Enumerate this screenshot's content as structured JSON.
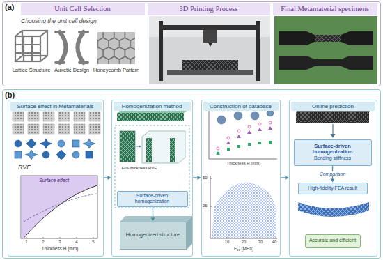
{
  "diagram": {
    "nodes": [
      {
        "text": [
          "(a)"
        ]
      },
      {
        "text": [
          "Unit Cell Selection"
        ],
        "in": 0
      },
      {
        "text": [
          "3D Printing Process"
        ],
        "in": 0
      },
      {
        "text": [
          "Final Metamaterial specimens"
        ],
        "in": 0
      },
      {
        "text": [
          "(b)"
        ]
      },
      {
        "text": [
          "Surface effect in Metamaterials"
        ],
        "in": 4
      },
      {
        "text": [
          "Homogenization method"
        ],
        "in": 4
      },
      {
        "text": [
          "Construction of database"
        ],
        "in": 4
      },
      {
        "text": [
          "Online prediction"
        ],
        "in": 4
      },
      {
        "text": [
          "Surface-driven homogenization"
        ],
        "in": 6
      },
      {
        "text": [
          "Homogenized structure"
        ],
        "in": 6
      },
      {
        "text": [
          "Surface-driven homogenization",
          "Bending stiffness"
        ],
        "in": 8
      },
      {
        "text": [
          "High-fidelity FEA result"
        ],
        "in": 8
      },
      {
        "text": [
          "Accurate and efficient"
        ],
        "in": 8
      }
    ],
    "edges": [
      {
        "from": 5,
        "to": 6,
        "arrow": "to"
      },
      {
        "from": 6,
        "to": 7,
        "arrow": "to"
      },
      {
        "from": 7,
        "to": 8,
        "arrow": "to"
      },
      {
        "from": 9,
        "to": 10,
        "arrow": "to"
      },
      {
        "from": 11,
        "to": 12,
        "label": "Comparison",
        "arrow": "to"
      }
    ],
    "labels": [
      "Choosing the unit cell design",
      "Lattice Structure",
      "Auxetic Design",
      "Honeycomb Pattern",
      "RVE",
      "Surface effect",
      "1",
      "2",
      "3",
      "4",
      "5",
      "Thickness H (mm)",
      "Full-thickness RVE",
      "Thickness H (mm)",
      "10",
      "20",
      "30",
      "40",
      "E₁₁ (MPa)",
      "25",
      "50"
    ]
  }
}
